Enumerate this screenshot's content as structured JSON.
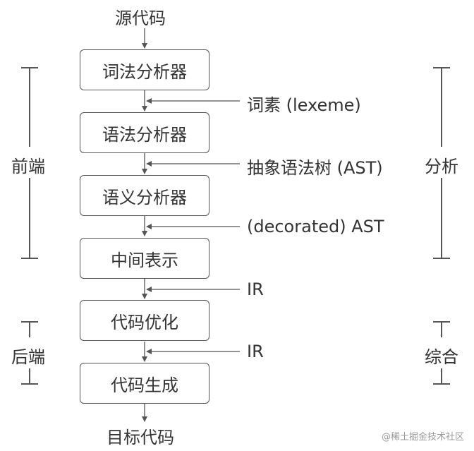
{
  "source_label": "源代码",
  "target_label": "目标代码",
  "stages": [
    {
      "label": "词法分析器"
    },
    {
      "label": "语法分析器"
    },
    {
      "label": "语义分析器"
    },
    {
      "label": "中间表示"
    },
    {
      "label": "代码优化"
    },
    {
      "label": "代码生成"
    }
  ],
  "intermediates": [
    {
      "label": "词素 (lexeme)"
    },
    {
      "label": "抽象语法树 (AST)"
    },
    {
      "label": "(decorated) AST"
    },
    {
      "label": "IR"
    },
    {
      "label": "IR"
    }
  ],
  "left_groups": [
    {
      "label": "前端"
    },
    {
      "label": "后端"
    }
  ],
  "right_groups": [
    {
      "label": "分析"
    },
    {
      "label": "综合"
    }
  ],
  "footer": "@稀土掘金技术社区",
  "colors": {
    "line": "#555555",
    "text": "#333333",
    "watermark": "#ececec"
  }
}
